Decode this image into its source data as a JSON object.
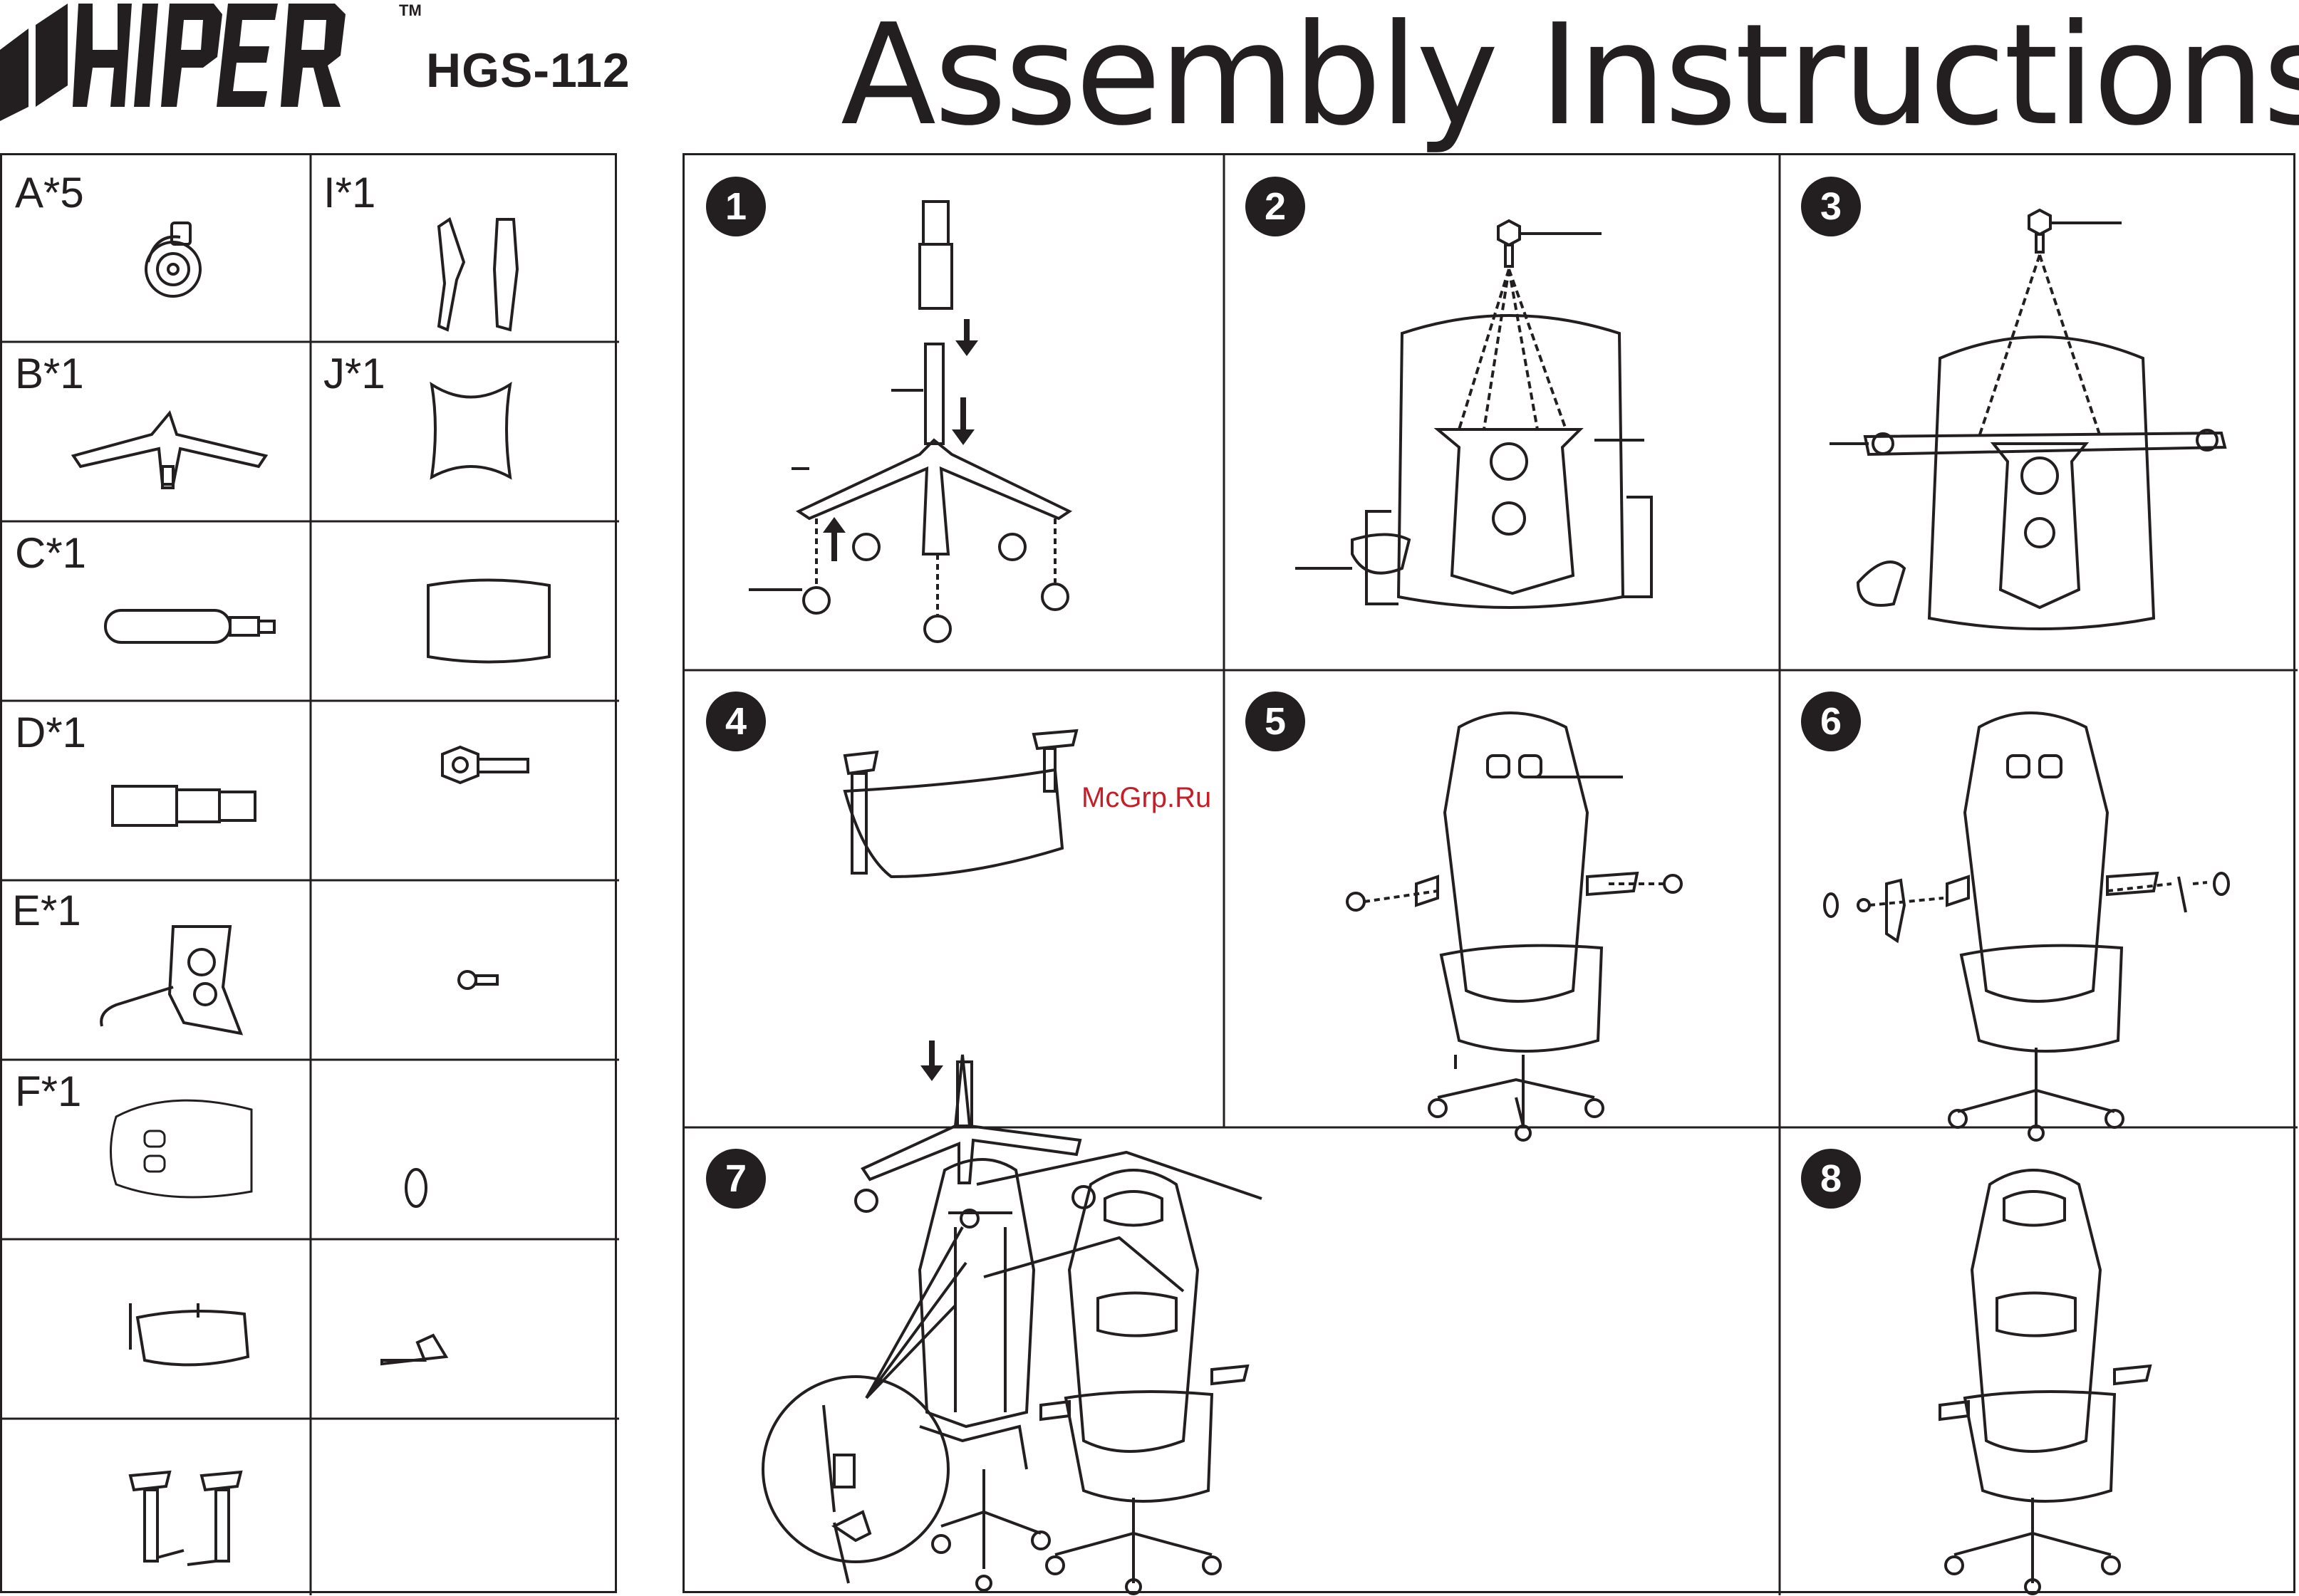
{
  "header": {
    "brand": "HIPER",
    "trademark": "TM",
    "model": "HGS-112",
    "title": "Assembly Instructions"
  },
  "parts": [
    {
      "label": "A*5",
      "name": "caster-wheel"
    },
    {
      "label": "I*1",
      "name": "armrest-cover"
    },
    {
      "label": "B*1",
      "name": "five-star-base"
    },
    {
      "label": "J*1",
      "name": "headrest-pillow"
    },
    {
      "label": "C*1",
      "name": "gas-lift"
    },
    {
      "label": "",
      "name": "lumbar-pillow"
    },
    {
      "label": "D*1",
      "name": "gas-lift-cover"
    },
    {
      "label": "",
      "name": "hex-bolt"
    },
    {
      "label": "E*1",
      "name": "tilt-mechanism"
    },
    {
      "label": "",
      "name": "small-screw"
    },
    {
      "label": "F*1",
      "name": "backrest"
    },
    {
      "label": "",
      "name": "cap"
    },
    {
      "label": "",
      "name": "seat"
    },
    {
      "label": "",
      "name": "allen-key"
    },
    {
      "label": "",
      "name": "armrests"
    },
    {
      "label": "",
      "name": "empty"
    }
  ],
  "steps": [
    {
      "number": "1"
    },
    {
      "number": "2"
    },
    {
      "number": "3"
    },
    {
      "number": "4"
    },
    {
      "number": "5"
    },
    {
      "number": "6"
    },
    {
      "number": "7"
    },
    {
      "number": "8"
    }
  ],
  "watermark": "McGrp.Ru",
  "colors": {
    "ink": "#231f20",
    "watermark": "#c41e28",
    "background": "#ffffff"
  }
}
